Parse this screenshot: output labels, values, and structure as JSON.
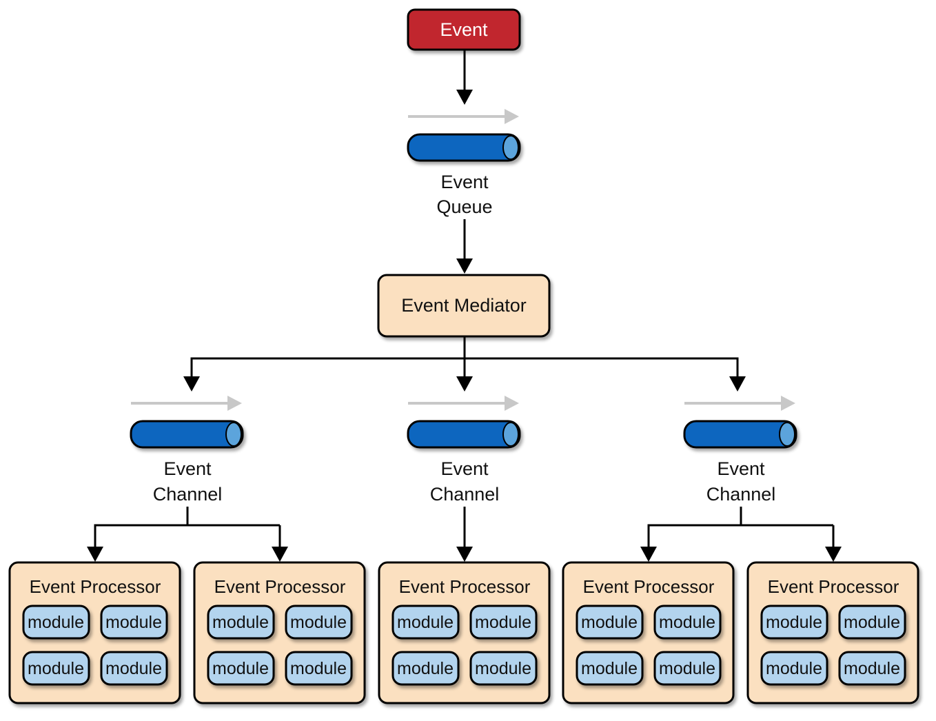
{
  "event": {
    "label": "Event"
  },
  "queue": {
    "line1": "Event",
    "line2": "Queue"
  },
  "mediator": {
    "label": "Event Mediator"
  },
  "channels": [
    {
      "line1": "Event",
      "line2": "Channel"
    },
    {
      "line1": "Event",
      "line2": "Channel"
    },
    {
      "line1": "Event",
      "line2": "Channel"
    }
  ],
  "processors": [
    {
      "title": "Event Processor",
      "modules": [
        "module",
        "module",
        "module",
        "module"
      ]
    },
    {
      "title": "Event Processor",
      "modules": [
        "module",
        "module",
        "module",
        "module"
      ]
    },
    {
      "title": "Event Processor",
      "modules": [
        "module",
        "module",
        "module",
        "module"
      ]
    },
    {
      "title": "Event Processor",
      "modules": [
        "module",
        "module",
        "module",
        "module"
      ]
    },
    {
      "title": "Event Processor",
      "modules": [
        "module",
        "module",
        "module",
        "module"
      ]
    }
  ],
  "colors": {
    "event_fill": "#c1272d",
    "box_fill": "#fbe0c0",
    "module_fill": "#b3d4ee",
    "pipe_fill": "#0b66bf",
    "pipe_end": "#5ca4dc",
    "flow_arrow": "#c8c8c8"
  }
}
